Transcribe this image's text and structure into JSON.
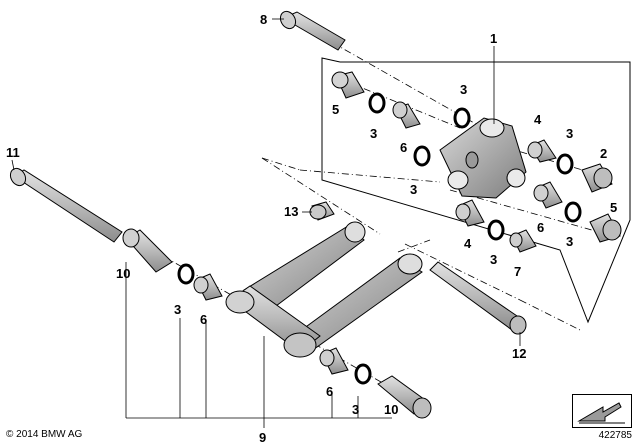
{
  "diagram": {
    "callouts": [
      {
        "id": "c8",
        "label": "8"
      },
      {
        "id": "c1",
        "label": "1"
      },
      {
        "id": "c5a",
        "label": "5"
      },
      {
        "id": "c3a",
        "label": "3"
      },
      {
        "id": "c3b",
        "label": "3"
      },
      {
        "id": "c4a",
        "label": "4"
      },
      {
        "id": "c3c",
        "label": "3"
      },
      {
        "id": "c6a",
        "label": "6"
      },
      {
        "id": "c3d",
        "label": "3"
      },
      {
        "id": "c2",
        "label": "2"
      },
      {
        "id": "c11",
        "label": "11"
      },
      {
        "id": "c13",
        "label": "13"
      },
      {
        "id": "c5b",
        "label": "5"
      },
      {
        "id": "c4b",
        "label": "4"
      },
      {
        "id": "c6b",
        "label": "6"
      },
      {
        "id": "c3e",
        "label": "3"
      },
      {
        "id": "c3f",
        "label": "3"
      },
      {
        "id": "c7",
        "label": "7"
      },
      {
        "id": "c10a",
        "label": "10"
      },
      {
        "id": "c3g",
        "label": "3"
      },
      {
        "id": "c6c",
        "label": "6"
      },
      {
        "id": "c12",
        "label": "12"
      },
      {
        "id": "c6d",
        "label": "6"
      },
      {
        "id": "c3h",
        "label": "3"
      },
      {
        "id": "c10b",
        "label": "10"
      },
      {
        "id": "c9",
        "label": "9"
      }
    ],
    "copyright": "© 2014 BMW AG",
    "document_number": "422785",
    "colors": {
      "part_fill": "#bcbcbc",
      "part_shade": "#8a8a8a",
      "line": "#000000"
    }
  }
}
